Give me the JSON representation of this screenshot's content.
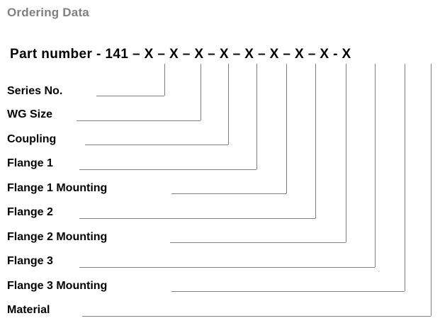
{
  "title": "Ordering Data",
  "part_number": {
    "label": "Part number",
    "text": "Part number  -  141 – X – X – X – X – X – X – X – X  -  X"
  },
  "rows": [
    {
      "label": "Series No."
    },
    {
      "label": "WG Size"
    },
    {
      "label": "Coupling"
    },
    {
      "label": "Flange 1"
    },
    {
      "label": "Flange 1 Mounting"
    },
    {
      "label": "Flange 2"
    },
    {
      "label": "Flange 2 Mounting"
    },
    {
      "label": "Flange 3"
    },
    {
      "label": "Flange 3 Mounting"
    },
    {
      "label": "Material"
    }
  ],
  "colors": {
    "title": "#808080",
    "text": "#000000",
    "leader_line": "#7f7f7f",
    "background": "#ffffff"
  }
}
